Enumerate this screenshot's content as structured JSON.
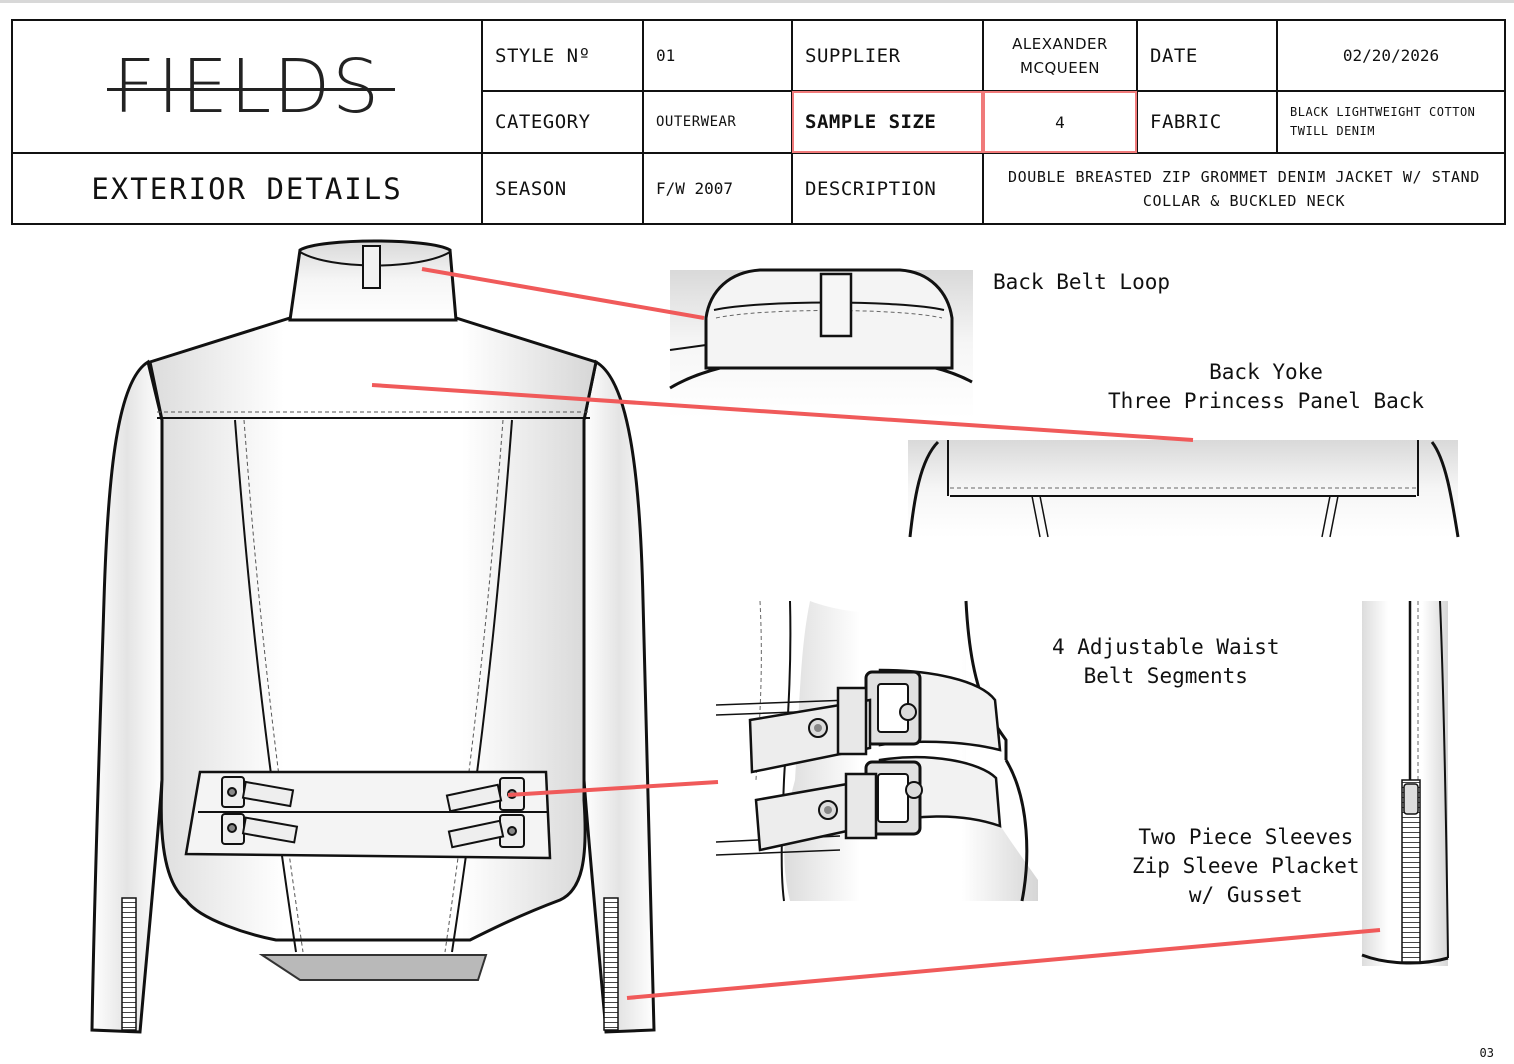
{
  "header": {
    "logo": "FIELDS",
    "section_title": "EXTERIOR DETAILS",
    "style_no_label": "STYLE Nº",
    "style_no": "01",
    "supplier_label": "SUPPLIER",
    "supplier": "ALEXANDER MCQUEEN",
    "date_label": "DATE",
    "date": "02/20/2026",
    "category_label": "CATEGORY",
    "category": "OUTERWEAR",
    "sample_size_label": "SAMPLE SIZE",
    "sample_size": "4",
    "fabric_label": "FABRIC",
    "fabric": "BLACK LIGHTWEIGHT COTTON TWILL DENIM",
    "season_label": "SEASON",
    "season": "F/W 2007",
    "description_label": "DESCRIPTION",
    "description": "DOUBLE BREASTED ZIP GROMMET DENIM JACKET W/ STAND COLLAR & BUCKLED NECK"
  },
  "callouts": {
    "belt_loop": "Back Belt Loop",
    "yoke": "Back Yoke\nThree Princess Panel Back",
    "waist_belt": "4 Adjustable Waist\nBelt Segments",
    "sleeves": "Two Piece Sleeves\nZip Sleeve Placket\nw/ Gusset"
  },
  "page_number": "03",
  "colors": {
    "callout_line": "#f05a5a",
    "highlight_border": "#f07a7a",
    "ink": "#111111"
  }
}
